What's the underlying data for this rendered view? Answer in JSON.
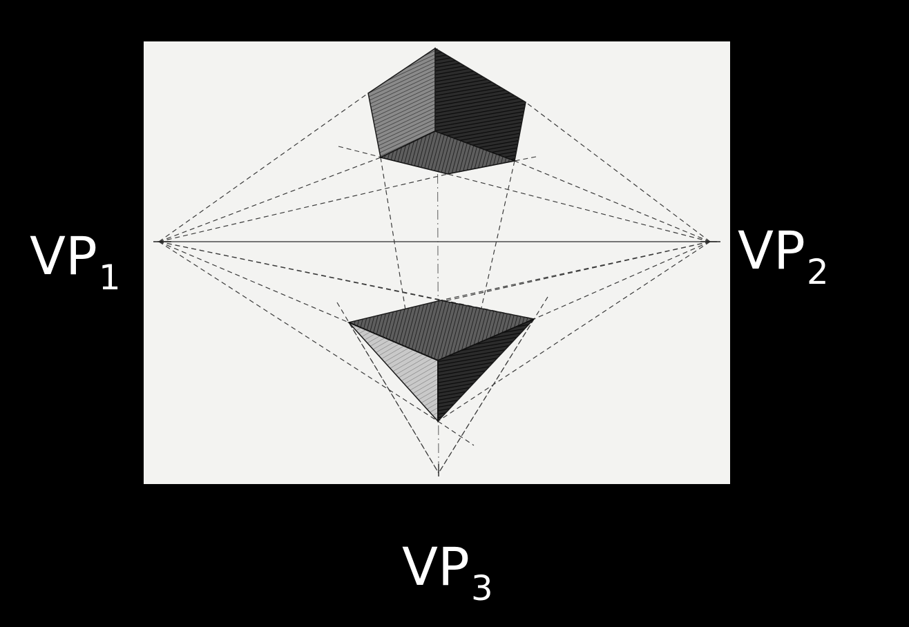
{
  "labels": {
    "vp1": {
      "main": "VP",
      "sub": "1"
    },
    "vp2": {
      "main": "VP",
      "sub": "2"
    },
    "vp3": {
      "main": "VP",
      "sub": "3"
    }
  },
  "colors": {
    "background": "#000000",
    "panel": "#f3f3f1",
    "label_text": "#ffffff",
    "pencil_line": "#3a3a3a"
  }
}
